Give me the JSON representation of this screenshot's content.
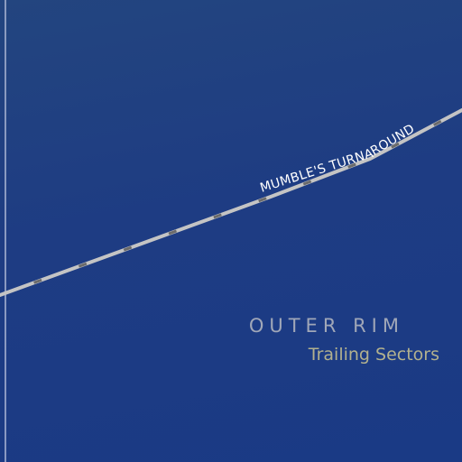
{
  "map": {
    "route": {
      "label": "MUMBLE'S TURNAROUND",
      "colors": {
        "line": "#c4c4c4",
        "dash": "#6b6b6b",
        "label": "#ffffff"
      }
    },
    "region": {
      "name": "OUTER RIM",
      "subtitle": "Trailing Sectors",
      "colors": {
        "name": "#a0a7b8",
        "subtitle": "#b2b18e"
      }
    },
    "border_line": {
      "color": "#aeb8d6"
    },
    "background": {
      "colors": [
        "#23457f",
        "#1a3a85"
      ]
    }
  }
}
